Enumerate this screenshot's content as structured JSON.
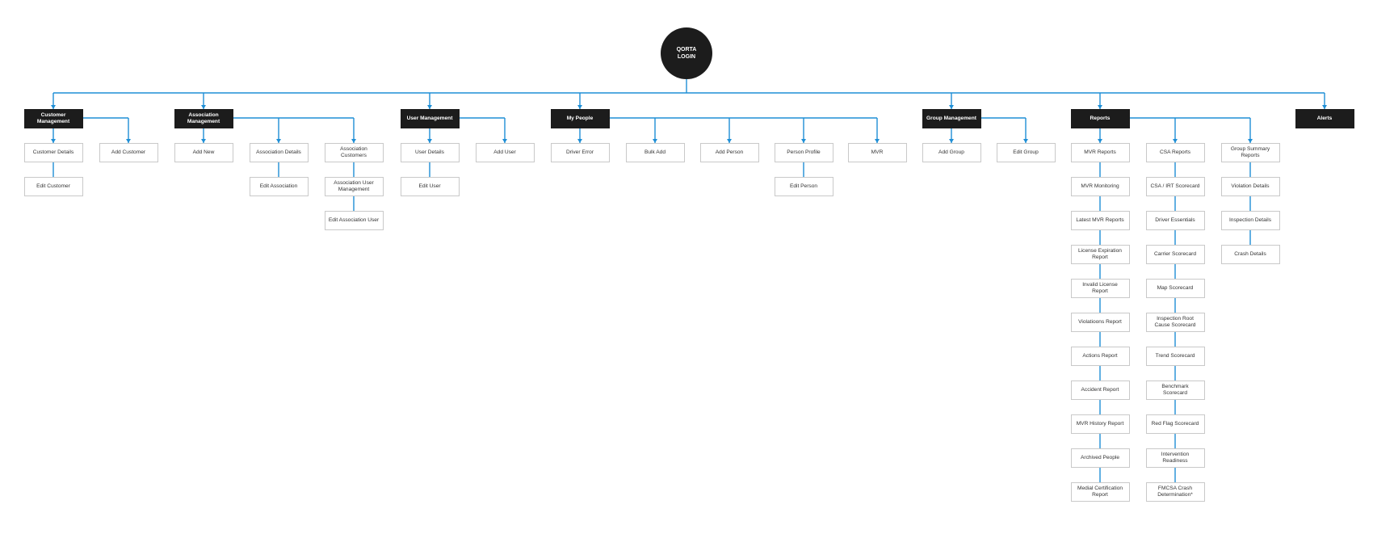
{
  "colors": {
    "connector": "#1f8fd6",
    "node_dark": "#1c1c1c",
    "node_border": "#c9c9c9"
  },
  "root": {
    "line1": "QORTA",
    "line2": "LOGIN"
  },
  "sections": [
    {
      "title": "Customer Management",
      "columns": [
        [
          "Customer Details",
          "Edit Customer"
        ],
        [
          "Add Customer"
        ]
      ]
    },
    {
      "title": "Association Management",
      "columns": [
        [
          "Add New"
        ],
        [
          "Association Details",
          "Edit Association"
        ],
        [
          "Association Customers",
          "Association User Management",
          "Edit Association User"
        ]
      ]
    },
    {
      "title": "User Management",
      "columns": [
        [
          "User Details",
          "Edit User"
        ],
        [
          "Add User"
        ]
      ]
    },
    {
      "title": "My People",
      "columns": [
        [
          "Driver Error"
        ],
        [
          "Bulk Add"
        ],
        [
          "Add Person"
        ],
        [
          "Person Profile",
          "Edit Person"
        ],
        [
          "MVR"
        ]
      ]
    },
    {
      "title": "Group Management",
      "columns": [
        [
          "Add Group"
        ],
        [
          "Edit Group"
        ]
      ]
    },
    {
      "title": "Reports",
      "columns": [
        [
          "MVR Reports",
          "MVR Monitoring",
          "Latest MVR Reports",
          "License Expiration Report",
          "Invalid License Report",
          "Violatioons Report",
          "Actions Report",
          "Accident Report",
          "MVR History Report",
          "Archived People",
          "Medial Certification Report"
        ],
        [
          "CSA Reports",
          "CSA / IRT Scorecard",
          "Driver Essentials",
          "Carrier Scorecard",
          "Map Scorecard",
          "Inspection Root Cause Scorecard",
          "Trend Scorecard",
          "Benchmark Scorecard",
          "Red Flag Scorecard",
          "Intervention Readiness",
          "FMCSA Crash Determination*"
        ],
        [
          "Group Summary Reports",
          "Violation Details",
          "Inspection Details",
          "Crash Details"
        ]
      ]
    },
    {
      "title": "Alerts",
      "columns": []
    }
  ]
}
